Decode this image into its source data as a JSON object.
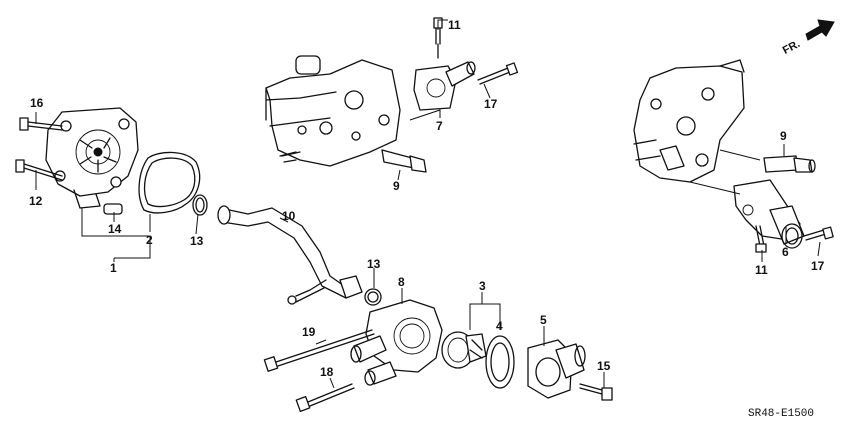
{
  "callouts": {
    "c1": "1",
    "c2": "2",
    "c3": "3",
    "c4": "4",
    "c5": "5",
    "c6": "6",
    "c7": "7",
    "c8": "8",
    "c9a": "9",
    "c9b": "9",
    "c10": "10",
    "c11a": "11",
    "c11b": "11",
    "c12": "12",
    "c13a": "13",
    "c13b": "13",
    "c14": "14",
    "c15": "15",
    "c16": "16",
    "c17a": "17",
    "c17b": "17",
    "c18": "18",
    "c19": "19"
  },
  "direction_label": "FR.",
  "diagram_code": "SR48-E1500"
}
